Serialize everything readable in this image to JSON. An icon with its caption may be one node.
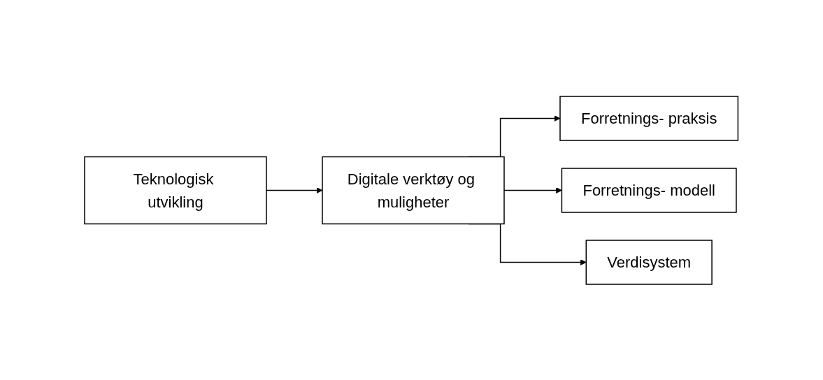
{
  "diagram": {
    "nodes": [
      {
        "text": [
          "Teknologisk utvikling"
        ]
      },
      {
        "text": [
          "Digitale verktøy og muligheter"
        ]
      },
      {
        "text": [
          "Forretnings- praksis"
        ]
      },
      {
        "text": [
          "Forretnings- modell"
        ]
      },
      {
        "text": [
          "Verdisystem"
        ]
      }
    ],
    "edges": [
      {
        "from": 0,
        "to": 1,
        "arrow": "to"
      },
      {
        "from": 1,
        "to": 2,
        "arrow": "to"
      },
      {
        "from": 1,
        "to": 3,
        "arrow": "to"
      },
      {
        "from": 1,
        "to": 4,
        "arrow": "to"
      }
    ]
  }
}
